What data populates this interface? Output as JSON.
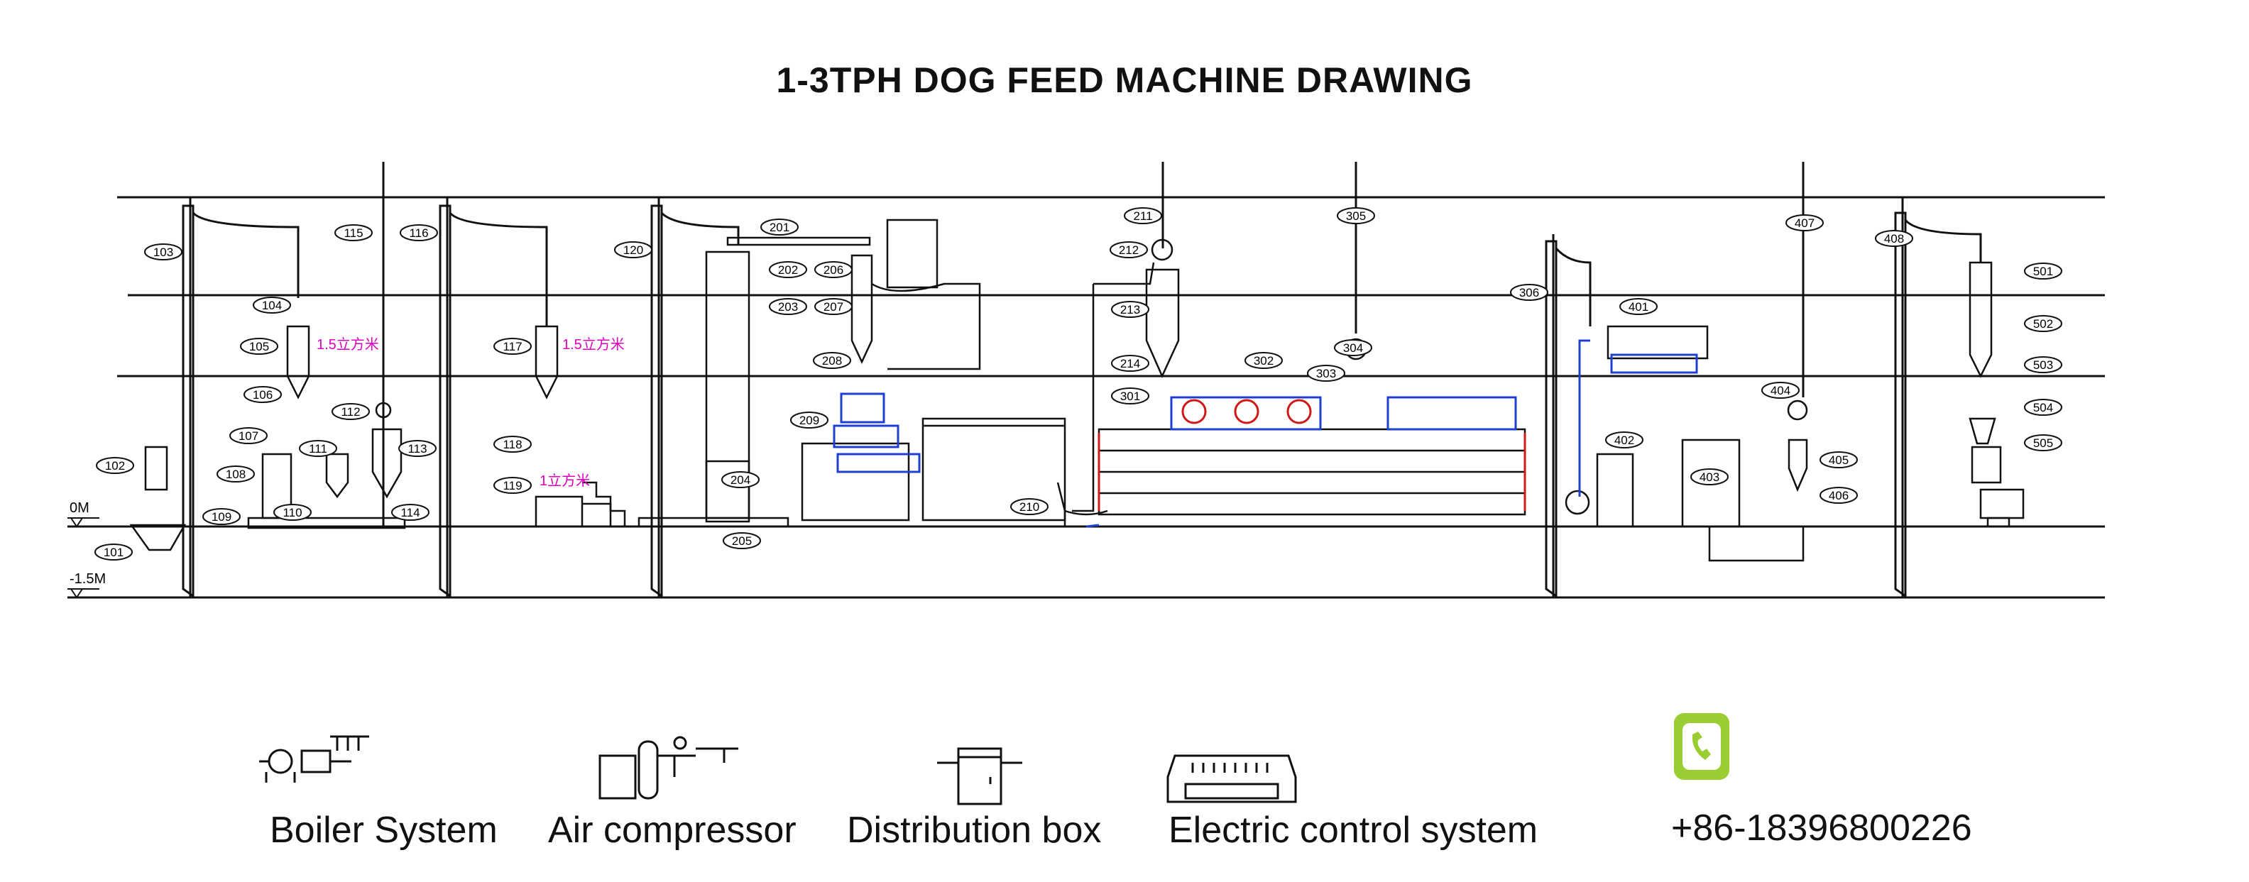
{
  "title": "1-3TPH DOG FEED MACHINE DRAWING",
  "levels": {
    "zero": "0M",
    "minus": "-1.5M"
  },
  "volume_notes": [
    "1.5立方米",
    "1.5立方米",
    "1立方米"
  ],
  "tags": [
    "101",
    "102",
    "103",
    "104",
    "105",
    "106",
    "107",
    "108",
    "109",
    "110",
    "111",
    "112",
    "113",
    "114",
    "115",
    "116",
    "117",
    "118",
    "119",
    "120",
    "201",
    "202",
    "203",
    "204",
    "205",
    "206",
    "207",
    "208",
    "209",
    "210",
    "211",
    "212",
    "213",
    "214",
    "301",
    "302",
    "303",
    "304",
    "305",
    "306",
    "401",
    "402",
    "403",
    "404",
    "405",
    "406",
    "407",
    "408",
    "501",
    "502",
    "503",
    "504",
    "505"
  ],
  "legend": [
    {
      "label": "Boiler System",
      "icon": "boiler-icon"
    },
    {
      "label": "Air compressor",
      "icon": "air-compressor-icon"
    },
    {
      "label": "Distribution box",
      "icon": "distribution-box-icon"
    },
    {
      "label": "Electric control system",
      "icon": "control-panel-icon"
    }
  ],
  "contact": {
    "phone": "+86-18396800226",
    "icon": "phone-icon",
    "icon_color": "#9acd32"
  },
  "colors": {
    "line": "#111111",
    "equipment_blue": "#1f3fd0",
    "highlight_red": "#d01818",
    "note_magenta": "#e000c0"
  }
}
